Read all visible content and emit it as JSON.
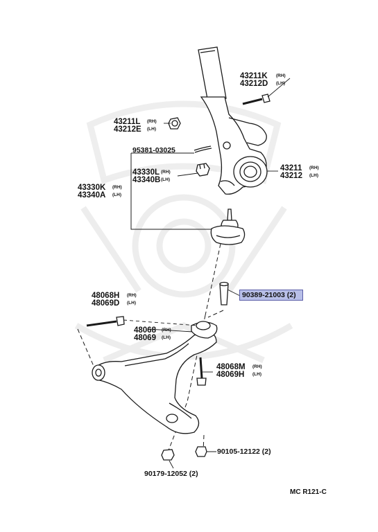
{
  "labels": {
    "p43211k": "43211K",
    "p43211k_side": "(RH)",
    "p43212d": "43212D",
    "p43212d_side": "(LH)",
    "p43211l": "43211L",
    "p43211l_side": "(RH)",
    "p43212e": "43212E",
    "p43212e_side": "(LH)",
    "p95381": "95381-03025",
    "p43330l": "43330L",
    "p43330l_side": "(RH)",
    "p43340b": "43340B",
    "p43340b_side": "(LH)",
    "p43330k": "43330K",
    "p43330k_side": "(RH)",
    "p43340a": "43340A",
    "p43340a_side": "(LH)",
    "p43211": "43211",
    "p43211_side": "(RH)",
    "p43212": "43212",
    "p43212_side": "(LH)",
    "p90389": "90389-21003 (2)",
    "p48068h": "48068H",
    "p48068h_side": "(RH)",
    "p48069d": "48069D",
    "p48069d_side": "(LH)",
    "p48068": "48068",
    "p48068_side": "(RH)",
    "p48069": "48069",
    "p48069_side": "(LH)",
    "p48068m": "48068M",
    "p48068m_side": "(RH)",
    "p48069h": "48069H",
    "p48069h_side": "(LH)",
    "p90105": "90105-12122 (2)",
    "p90179": "90179-12052 (2)"
  },
  "figure_code": "MC  R121-C",
  "colors": {
    "line": "#1a1a1a",
    "highlight": "#b8bfe8",
    "highlight_border": "#5a5ea8",
    "watermark": "#efefef"
  }
}
